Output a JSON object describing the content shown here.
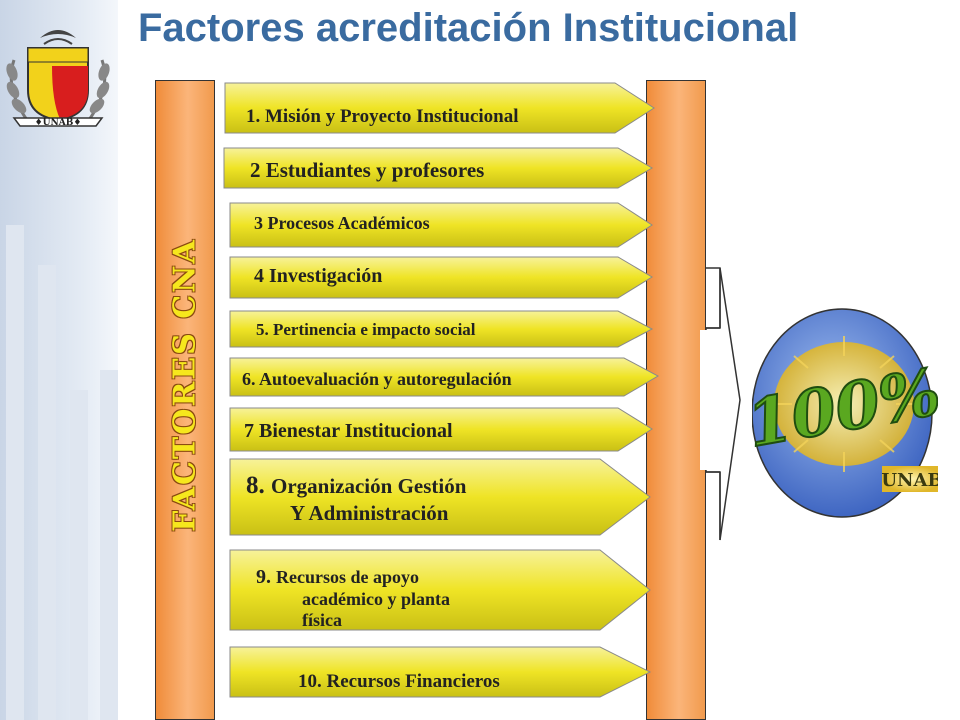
{
  "title": "Factores acreditación Institucional",
  "vertical_label": "FACTORES CNA",
  "logo": {
    "text": "UNAB"
  },
  "factors": [
    {
      "n": "1. ",
      "text": "Misión y Proyecto Institucional"
    },
    {
      "n": "2 ",
      "text": "Estudiantes y profesores"
    },
    {
      "n": "3 ",
      "text": "Procesos Académicos"
    },
    {
      "n": "4 ",
      "text": "Investigación"
    },
    {
      "n": "5. ",
      "text": "Pertinencia e impacto social"
    },
    {
      "n": "6. ",
      "text": "Autoevaluación y autoregulación"
    },
    {
      "n": "7 ",
      "text": "Bienestar Institucional"
    },
    {
      "n": "8. ",
      "text": "Organización Gestión",
      "line2": "Y Administración"
    },
    {
      "n": "9. ",
      "text": "Recursos de apoyo",
      "line2": "académico y planta",
      "line3": "física"
    },
    {
      "n": "",
      "text": "10. Recursos Financieros"
    }
  ],
  "seal": {
    "big_text": "100%",
    "brand": "UNAB"
  },
  "colors": {
    "title": "#3a6ba0",
    "arrow_fill": "#f0e630",
    "column": "#f5a05a",
    "seal_blue": "#4a72c8"
  }
}
